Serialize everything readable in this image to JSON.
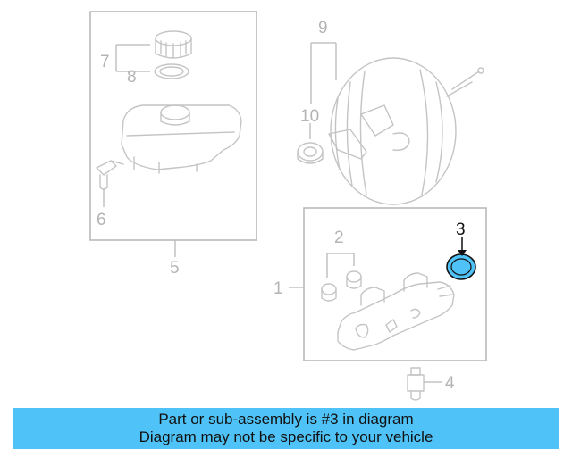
{
  "callouts": {
    "c1": "1",
    "c2": "2",
    "c3": "3",
    "c4": "4",
    "c5": "5",
    "c6": "6",
    "c7": "7",
    "c8": "8",
    "c9": "9",
    "c10": "10"
  },
  "highlighted_part": "3",
  "colors": {
    "highlight_fill": "#4fc3f7",
    "banner_background": "#4fc3f7",
    "line_art": "#c4c4c4"
  },
  "banner": {
    "line1": "Part or sub-assembly is #3 in diagram",
    "line2": "Diagram may not be specific to your vehicle"
  }
}
